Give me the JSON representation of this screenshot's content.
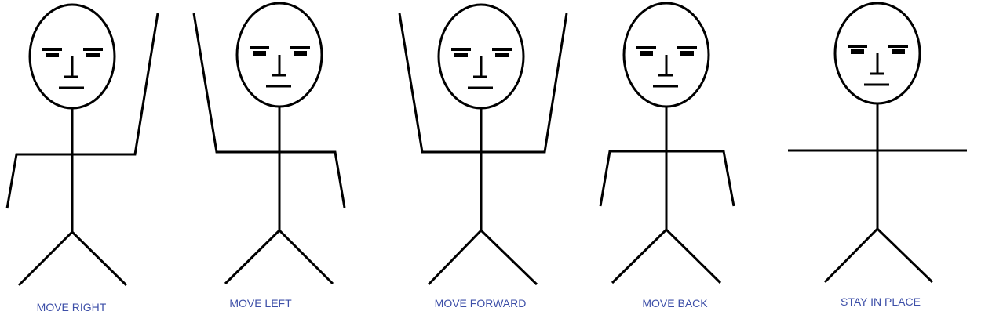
{
  "figures": [
    {
      "caption": "MOVE RIGHT"
    },
    {
      "caption": "MOVE LEFT"
    },
    {
      "caption": "MOVE FORWARD"
    },
    {
      "caption": "MOVE BACK"
    },
    {
      "caption": "STAY IN PLACE"
    }
  ],
  "colors": {
    "caption": "#3d4fa8",
    "line": "#000000",
    "background": "#ffffff"
  }
}
